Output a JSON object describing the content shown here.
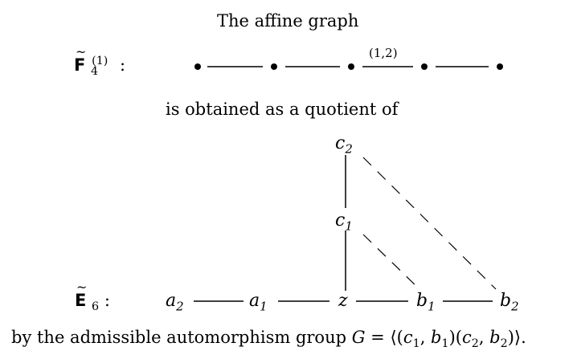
{
  "intro_text": "The affine graph",
  "quotient_text": "is obtained as a quotient of",
  "f4_graph": {
    "name_letter": "F",
    "name_sub": "4",
    "name_sup": "(1)",
    "colon": ":",
    "edge_label": "(1,2)"
  },
  "e6_graph": {
    "name_letter": "E",
    "name_sub": "6",
    "colon": ":",
    "nodes": {
      "a2": {
        "base": "a",
        "sub": "2"
      },
      "a1": {
        "base": "a",
        "sub": "1"
      },
      "z": {
        "base": "z",
        "sub": ""
      },
      "b1": {
        "base": "b",
        "sub": "1"
      },
      "b2": {
        "base": "b",
        "sub": "2"
      },
      "c1": {
        "base": "c",
        "sub": "1"
      },
      "c2": {
        "base": "c",
        "sub": "2"
      }
    }
  },
  "conclusion": {
    "prefix": "by the admissible automorphism group ",
    "group_symbol": "G",
    "equals": " = ⟨(",
    "c1": "c",
    "c1_sub": "1",
    "comma1": ", ",
    "b1": "b",
    "b1_sub": "1",
    "mid": ")(",
    "c2": "c",
    "c2_sub": "2",
    "comma2": ", ",
    "b2": "b",
    "b2_sub": "2",
    "suffix": ")⟩."
  }
}
